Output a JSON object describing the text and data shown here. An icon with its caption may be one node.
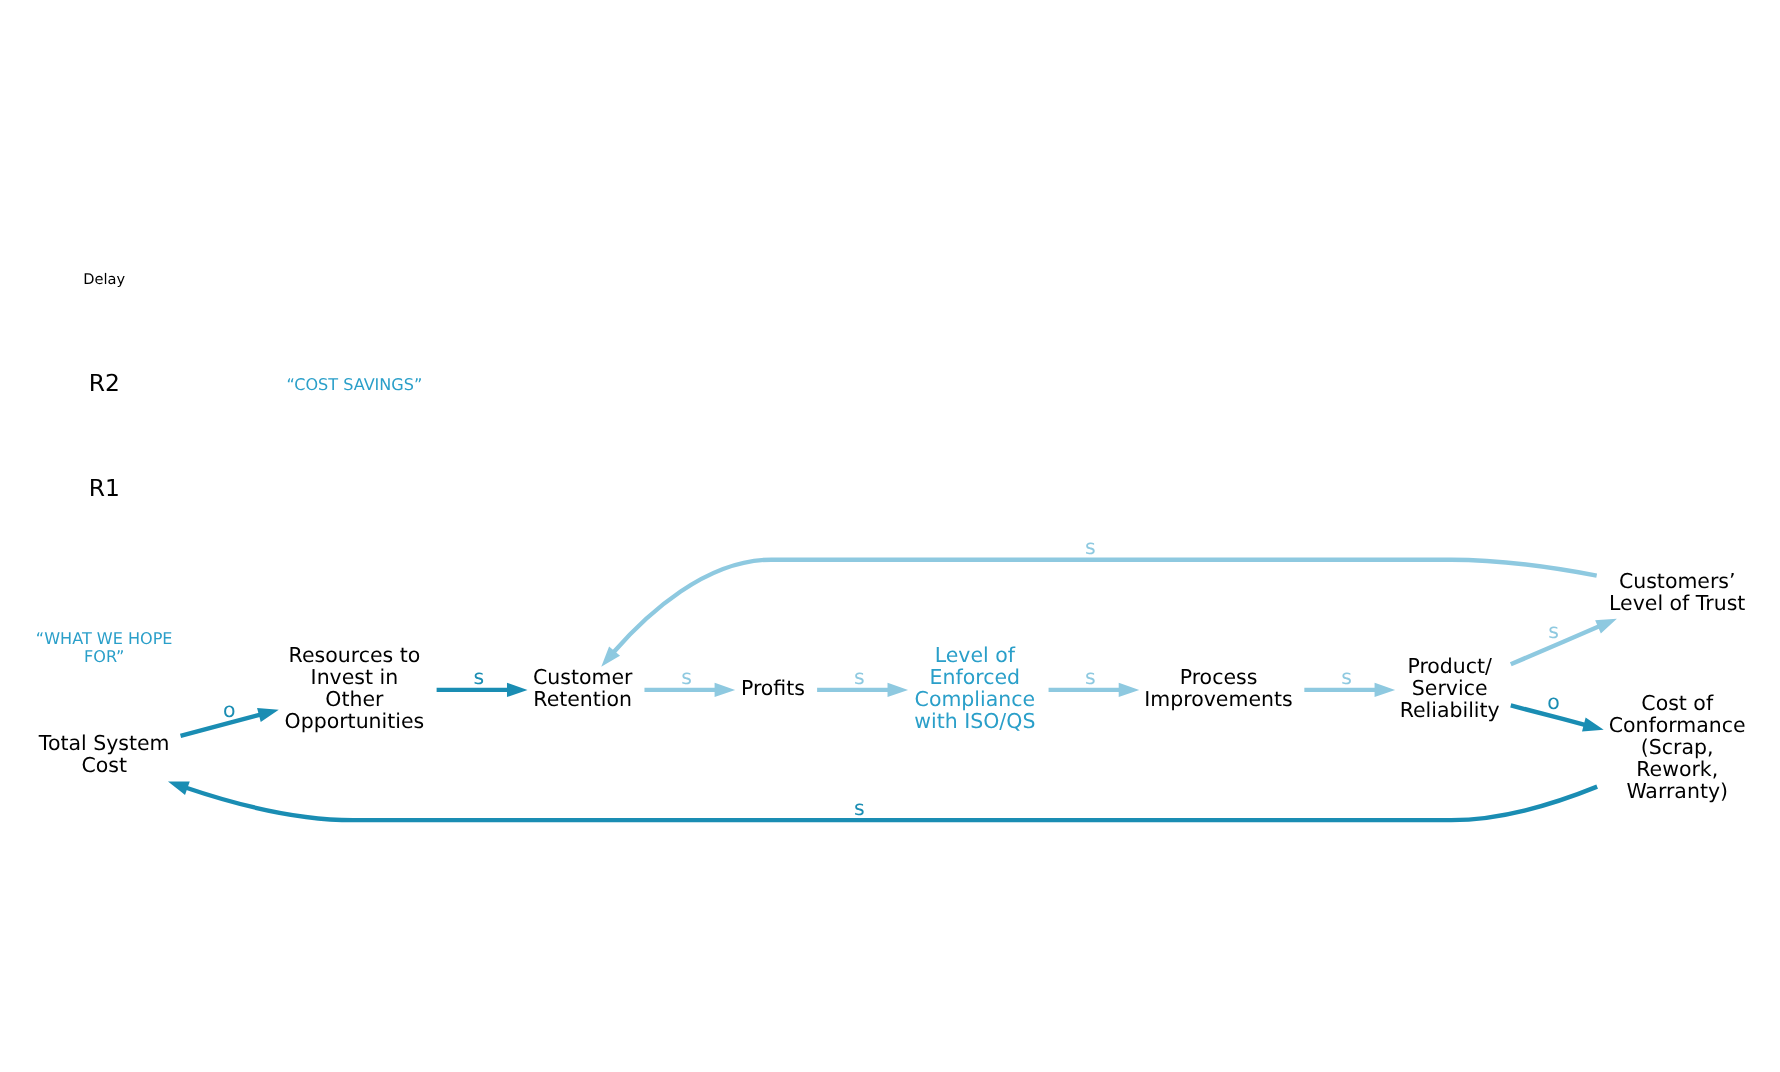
{
  "diagram": {
    "nodes": [
      {
        "text": [
          "Total System Cost"
        ]
      },
      {
        "text": [
          "Resources to Invest in Other Opportunities"
        ]
      },
      {
        "text": [
          "Customer Retention"
        ]
      },
      {
        "text": [
          "Profits"
        ]
      },
      {
        "text": [
          "Level of Enforced Compliance with ISO/QS"
        ]
      },
      {
        "text": [
          "Process Improvements"
        ]
      },
      {
        "text": [
          "Product/ Service Reliability"
        ]
      },
      {
        "text": [
          "Customers’ Level of Trust"
        ]
      },
      {
        "text": [
          "Cost of Conformance (Scrap, Rework, Warranty)"
        ]
      }
    ],
    "edges": [
      {
        "from": 8,
        "to": 0,
        "arrow": "to",
        "label": "s",
        "color": "#1a8db3"
      },
      {
        "from": 0,
        "to": 1,
        "arrow": "to",
        "label": "o",
        "color": "#1a8db3"
      },
      {
        "from": 1,
        "to": 2,
        "arrow": "to",
        "label": "s",
        "color": "#1a8db3"
      },
      {
        "from": 2,
        "to": 3,
        "arrow": "to",
        "label": "s"
      },
      {
        "from": 3,
        "to": 4,
        "arrow": "to",
        "label": "s"
      },
      {
        "from": 4,
        "to": 5,
        "arrow": "to",
        "label": "s"
      },
      {
        "from": 5,
        "to": 6,
        "arrow": "to",
        "label": "s"
      },
      {
        "from": 6,
        "to": 7,
        "arrow": "to",
        "label": "s"
      },
      {
        "from": 7,
        "to": 2,
        "arrow": "to",
        "label": "s"
      },
      {
        "from": 6,
        "to": 8,
        "arrow": "to",
        "label": "o",
        "color": "#1a8db3"
      }
    ],
    "labels": [
      "R1",
      "“WHAT WE HOPE FOR”",
      "R2",
      "“COST SAVINGS”",
      "Delay"
    ]
  }
}
